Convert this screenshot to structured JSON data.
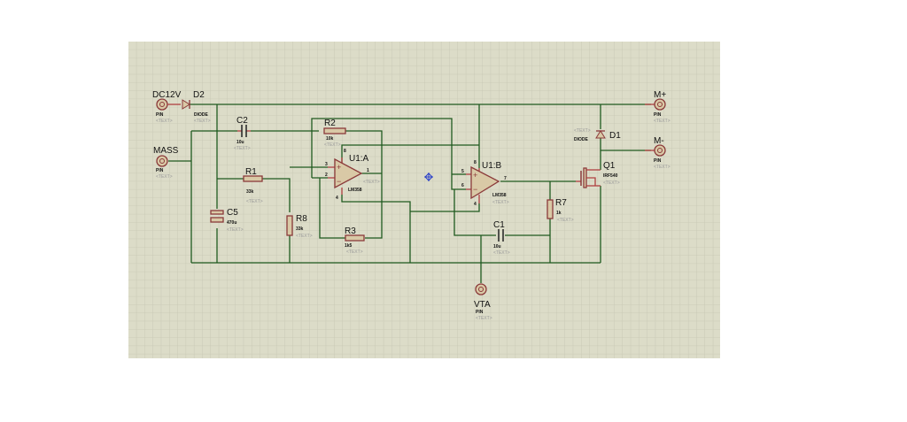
{
  "schematic": {
    "pins": {
      "dc12v": {
        "label": "DC12V",
        "type": "PIN",
        "text": "<TEXT>"
      },
      "mass": {
        "label": "MASS",
        "type": "PIN",
        "text": "<TEXT>"
      },
      "m_plus": {
        "label": "M+",
        "type": "PIN",
        "text": "<TEXT>"
      },
      "m_minus": {
        "label": "M-",
        "type": "PIN",
        "text": "<TEXT>"
      },
      "vta": {
        "label": "VTA",
        "type": "PIN",
        "text": "<TEXT>"
      }
    },
    "components": {
      "d2": {
        "ref": "D2",
        "value": "DIODE",
        "text": "<TEXT>"
      },
      "d1": {
        "ref": "D1",
        "value": "DIODE",
        "text": "<TEXT>"
      },
      "c2": {
        "ref": "C2",
        "value": "10u",
        "text": "<TEXT>"
      },
      "c5": {
        "ref": "C5",
        "value": "470u",
        "text": "<TEXT>"
      },
      "c1": {
        "ref": "C1",
        "value": "10u",
        "text": "<TEXT>"
      },
      "r1": {
        "ref": "R1",
        "value": "33k",
        "text": "<TEXT>"
      },
      "r2": {
        "ref": "R2",
        "value": "10k",
        "text": "<TEXT>"
      },
      "r3": {
        "ref": "R3",
        "value": "1k5",
        "text": "<TEXT>"
      },
      "r7": {
        "ref": "R7",
        "value": "1k",
        "text": "<TEXT>"
      },
      "r8": {
        "ref": "R8",
        "value": "33k",
        "text": "<TEXT>"
      },
      "u1a": {
        "ref": "U1:A",
        "value": "LM358",
        "text": "<TEXT>",
        "pins": [
          "3",
          "2",
          "1",
          "8",
          "4"
        ]
      },
      "u1b": {
        "ref": "U1:B",
        "value": "LM358",
        "text": "<TEXT>",
        "pins": [
          "5",
          "6",
          "7",
          "8",
          "4"
        ]
      },
      "q1": {
        "ref": "Q1",
        "value": "IRF540",
        "text": "<TEXT>"
      }
    },
    "colors": {
      "grid_bg": "#dcdcc8",
      "grid_line": "#c4c4b0",
      "wire": "#1f5a1f",
      "component_body": "#d9c9a6",
      "component_outline": "#8b3a3a",
      "cursor": "#2a3fc8"
    }
  }
}
